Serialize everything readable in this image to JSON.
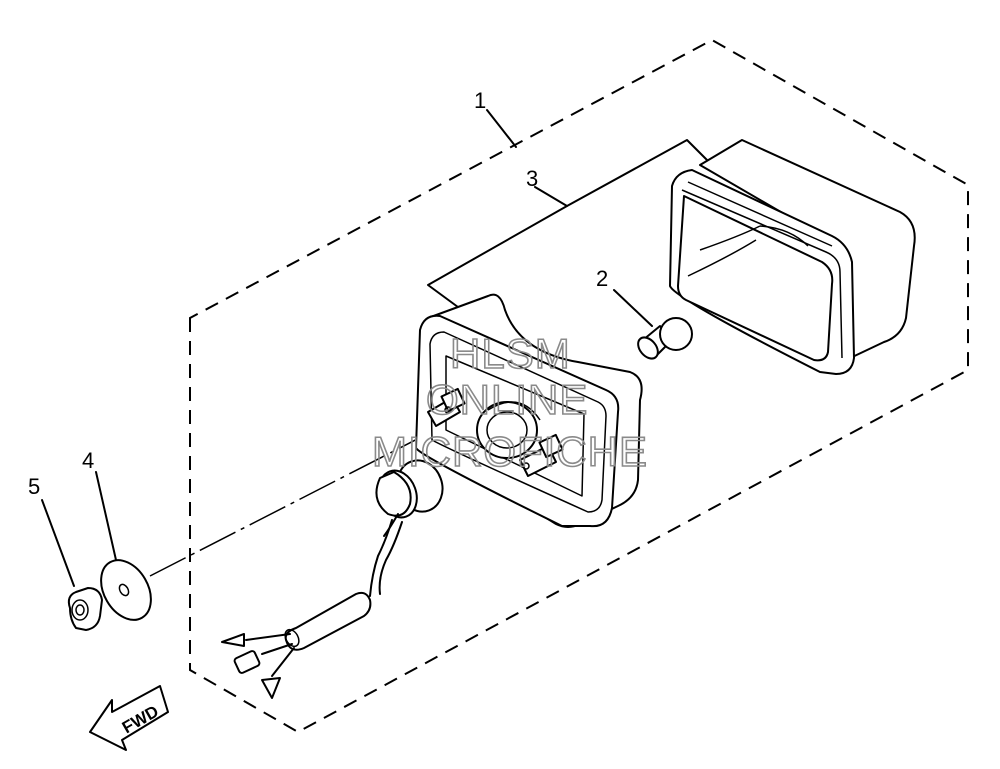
{
  "callouts": {
    "c1": "1",
    "c2": "2",
    "c3": "3",
    "c4": "4",
    "c5": "5"
  },
  "direction_arrow": {
    "label": "FWD"
  },
  "watermark": {
    "line1": "HLSM",
    "line2": "ONLINE",
    "line3": "MICROFICHE"
  }
}
